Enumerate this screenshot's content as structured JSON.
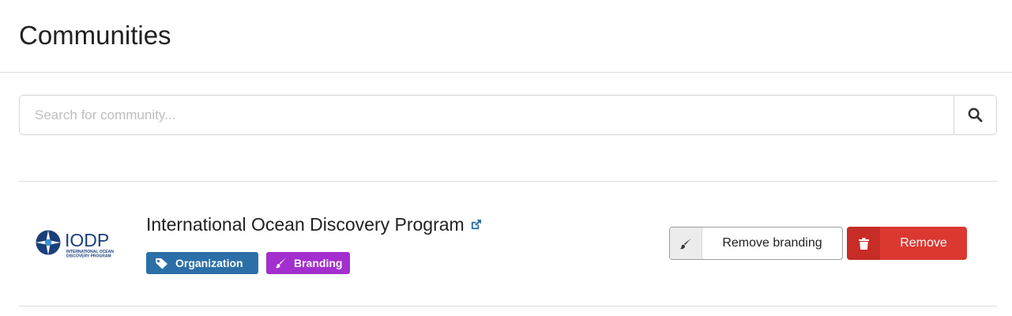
{
  "header": {
    "title": "Communities"
  },
  "search": {
    "placeholder": "Search for community...",
    "value": "",
    "button_icon": "search-icon"
  },
  "communities": [
    {
      "name": "International Ocean Discovery Program",
      "logo": {
        "text": "IODP",
        "subtext_line1": "INTERNATIONAL OCEAN",
        "subtext_line2": "DISCOVERY PROGRAM"
      },
      "external_link_icon": "external-link-icon",
      "labels": [
        {
          "text": "Organization",
          "icon": "tag-icon",
          "color": "#2c6fa8"
        },
        {
          "text": "Branding",
          "icon": "paintbrush-icon",
          "color": "#a32fce"
        }
      ],
      "actions": {
        "remove_branding_label": "Remove branding",
        "remove_branding_icon": "paintbrush-icon",
        "remove_label": "Remove",
        "remove_icon": "trash-icon"
      }
    }
  ],
  "colors": {
    "remove": "#db3832",
    "link": "#2c6fa8"
  }
}
